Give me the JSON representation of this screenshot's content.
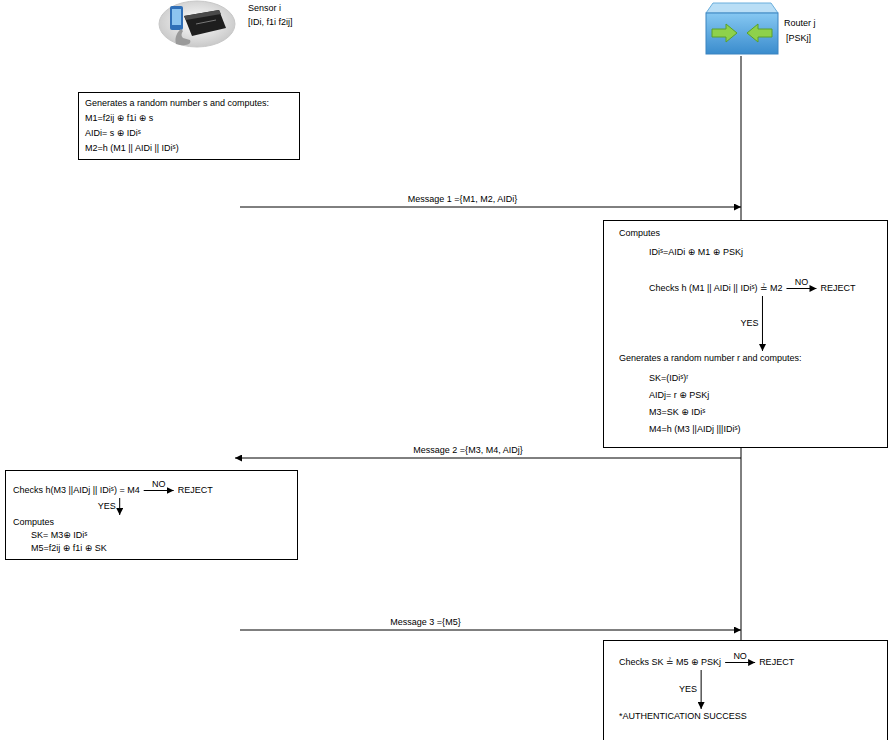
{
  "diagram": {
    "nodes": [
      {
        "text": [
          "Sensor i",
          "[IDi, f1i f2ij]"
        ]
      },
      {
        "text": [
          "Router j",
          "[PSKj]"
        ]
      },
      {
        "text": [
          "Generates a random number s and computes:",
          "M1=f2ij ⊕ f1i ⊕ s",
          "AIDi= s ⊕ IDiˢ",
          "M2=h (M1 || AIDi || IDiˢ)"
        ]
      },
      {
        "text": [
          "Computes",
          "IDiˢ=AIDi ⊕ M1 ⊕ PSKj",
          "Checks h (M1 || AIDi || IDiˢ) ≟ M2",
          "NO",
          "REJECT",
          "YES",
          "Generates a random number r and computes:",
          "SK=(IDiˢ)ʳ",
          "AIDj= r ⊕ PSKj",
          "M3=SK ⊕ IDiˢ",
          "M4=h (M3 ||AIDj |||IDiˢ)"
        ]
      },
      {
        "text": [
          "Checks h(M3 ||AIDj || IDiˢ) = M4",
          "NO",
          "REJECT",
          "YES",
          "Computes",
          "SK= M3⊕ IDiˢ",
          "M5=f2ij ⊕ f1i ⊕ SK"
        ]
      },
      {
        "text": [
          "Checks SK ≟ M5 ⊕ PSKj",
          "NO",
          "REJECT",
          "YES",
          "*AUTHENTICATION SUCCESS"
        ]
      }
    ],
    "edges": [
      {
        "from": 1,
        "to": 3,
        "arrow": "none"
      },
      {
        "from": 2,
        "to": 3,
        "label": "Message 1 ={M1, M2, AIDi}",
        "arrow": "to"
      },
      {
        "from": 3,
        "to": 4,
        "label": "Message 2 ={M3, M4, AIDj}",
        "arrow": "to"
      },
      {
        "from": 3,
        "to": 5,
        "arrow": "none"
      },
      {
        "from": 4,
        "to": 5,
        "label": "Message 3 ={M5}",
        "arrow": "to"
      }
    ]
  }
}
